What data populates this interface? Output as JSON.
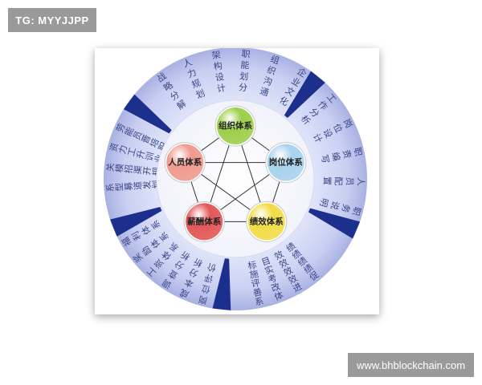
{
  "tag_badge": "TG: MYYJJPP",
  "site_badge": "www.bhblockchain.com",
  "colors": {
    "ring_light": "#cfd6f4",
    "ring_outer": "#aab2e4",
    "divider": "#1d2f8c",
    "ring_text": "#3b4583",
    "core_text": "#222222"
  },
  "core": {
    "nodes": [
      {
        "label": "组织体系",
        "color": "#9ccf4a"
      },
      {
        "label": "岗位体系",
        "color": "#a8d2ee"
      },
      {
        "label": "绩效体系",
        "color": "#f1dc45"
      },
      {
        "label": "薪酬体系",
        "color": "#e45656"
      },
      {
        "label": "人员体系",
        "color": "#ef9a8e"
      }
    ]
  },
  "sectors": [
    {
      "items": [
        "战略分解",
        "人力规划",
        "架构设计",
        "职能划分",
        "组织沟通",
        "企业文化"
      ]
    },
    {
      "items": [
        "工作分析",
        "岗位设计",
        "职责编写",
        "人员配置",
        "职务说明"
      ]
    },
    {
      "items": [
        "促进体系",
        "绩效改善",
        "绩效考评",
        "绩效实施",
        "绩效目标"
      ]
    },
    {
      "items": [
        "岗位评价",
        "成本分析",
        "调查分析",
        "工资体系",
        "奖励体系",
        "福利体系"
      ]
    },
    {
      "items": [
        "劳资关系",
        "能力模型",
        "员工招募",
        "晋升渠道",
        "培训开发",
        "职业规划"
      ]
    }
  ]
}
